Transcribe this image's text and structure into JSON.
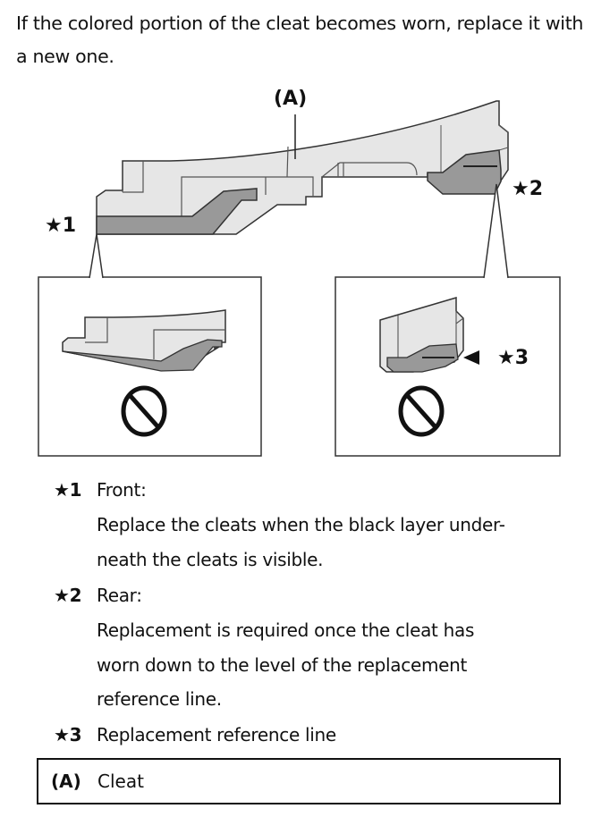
{
  "intro_text": "If the colored portion of the cleat becomes worn, replace it with a new one.",
  "diagram": {
    "callout_main": "(A)",
    "callout_front": "★1",
    "callout_rear": "★2",
    "callout_ref_line": "★3",
    "prohibited_icon": "prohibited-icon",
    "colors": {
      "cleat_body": "#e6e6e6",
      "worn_layer": "#999999",
      "outline": "#333333"
    }
  },
  "notes": [
    {
      "mark": "★1",
      "title": "Front:",
      "body_lines": [
        "Replace the cleats when the black layer under-",
        "neath the cleats is visible."
      ]
    },
    {
      "mark": "★2",
      "title": "Rear:",
      "body_lines": [
        "Replacement is required once the cleat has",
        "worn down to the level of the replacement",
        "reference line."
      ]
    },
    {
      "mark": "★3",
      "title": "Replacement reference line",
      "body_lines": []
    }
  ],
  "legend": {
    "key": "(A)",
    "value": "Cleat"
  }
}
